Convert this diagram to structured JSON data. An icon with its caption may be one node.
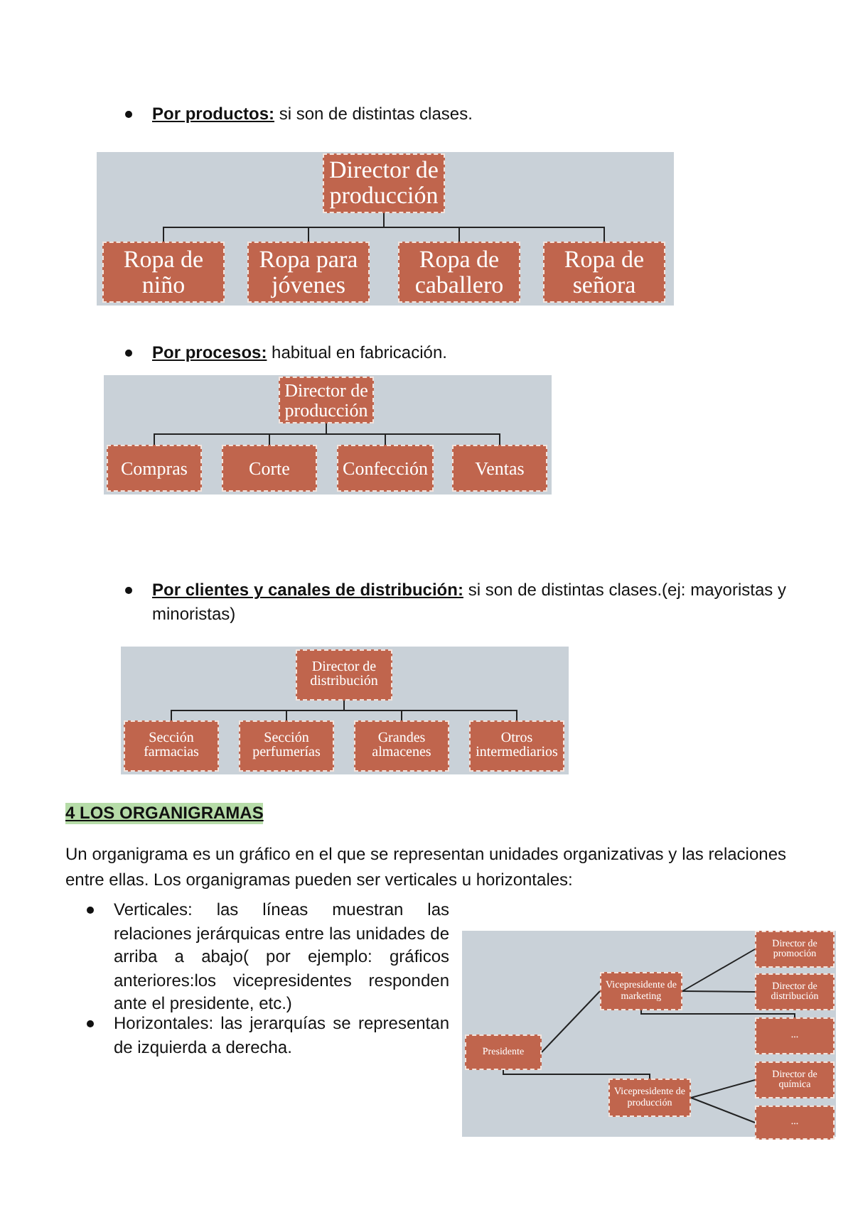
{
  "diagram": {
    "nodes": [
      {
        "text": [
          "Director de producción"
        ]
      },
      {
        "text": [
          "Ropa de niño"
        ]
      },
      {
        "text": [
          "Ropa para jóvenes"
        ]
      },
      {
        "text": [
          "Ropa de caballero"
        ]
      },
      {
        "text": [
          "Ropa de señora"
        ]
      },
      {
        "text": [
          "Director de producción"
        ]
      },
      {
        "text": [
          "Compras"
        ]
      },
      {
        "text": [
          "Corte"
        ]
      },
      {
        "text": [
          "Confección"
        ]
      },
      {
        "text": [
          "Ventas"
        ]
      },
      {
        "text": [
          "Director de distribución"
        ]
      },
      {
        "text": [
          "Sección farmacias"
        ]
      },
      {
        "text": [
          "Sección perfumerías"
        ]
      },
      {
        "text": [
          "Grandes almacenes"
        ]
      },
      {
        "text": [
          "Otros intermediarios"
        ]
      },
      {
        "text": [
          "Presidente"
        ]
      },
      {
        "text": [
          "Vicepresidente de marketing"
        ]
      },
      {
        "text": [
          "Director de promoción"
        ]
      },
      {
        "text": [
          "Director de distribución"
        ]
      },
      {
        "text": [
          "..."
        ]
      },
      {
        "text": [
          "Vicepresidente de producción"
        ]
      },
      {
        "text": [
          "Director de química"
        ]
      },
      {
        "text": [
          "..."
        ]
      }
    ],
    "edges": [
      {
        "from": 0,
        "to": 1,
        "arrow": "none"
      },
      {
        "from": 0,
        "to": 2,
        "arrow": "none"
      },
      {
        "from": 0,
        "to": 3,
        "arrow": "none"
      },
      {
        "from": 0,
        "to": 4,
        "arrow": "none"
      },
      {
        "from": 5,
        "to": 6,
        "arrow": "none"
      },
      {
        "from": 5,
        "to": 7,
        "arrow": "none"
      },
      {
        "from": 5,
        "to": 8,
        "arrow": "none"
      },
      {
        "from": 5,
        "to": 9,
        "arrow": "none"
      },
      {
        "from": 10,
        "to": 11,
        "arrow": "none"
      },
      {
        "from": 10,
        "to": 12,
        "arrow": "none"
      },
      {
        "from": 10,
        "to": 13,
        "arrow": "none"
      },
      {
        "from": 10,
        "to": 14,
        "arrow": "none"
      },
      {
        "from": 15,
        "to": 16,
        "arrow": "none"
      },
      {
        "from": 15,
        "to": 20,
        "arrow": "none"
      },
      {
        "from": 16,
        "to": 17,
        "arrow": "none"
      },
      {
        "from": 16,
        "to": 18,
        "arrow": "none"
      },
      {
        "from": 16,
        "to": 19,
        "arrow": "none"
      },
      {
        "from": 20,
        "to": 21,
        "arrow": "none"
      },
      {
        "from": 20,
        "to": 22,
        "arrow": "none"
      }
    ],
    "labels": [
      "**Por productos:** si son de distintas clases.",
      "**Por procesos:** habitual en fabricación.",
      "**Por clientes y canales de distribución:** si son de distintas clases.(ej: mayoristas y minoristas)",
      "4 LOS ORGANIGRAMAS",
      "Un organigrama es un gráfico en el que se representan unidades organizativas y las relaciones entre ellas. Los organigramas pueden ser verticales u horizontales:",
      "Verticales: las líneas muestran las relaciones jerárquicas entre las unidades de arriba a abajo( por ejemplo: gráficos anteriores:los vicepresidentes responden ante el presidente, etc.)",
      "Horizontales: las jerarquías se representan de izquierda a derecha."
    ]
  }
}
